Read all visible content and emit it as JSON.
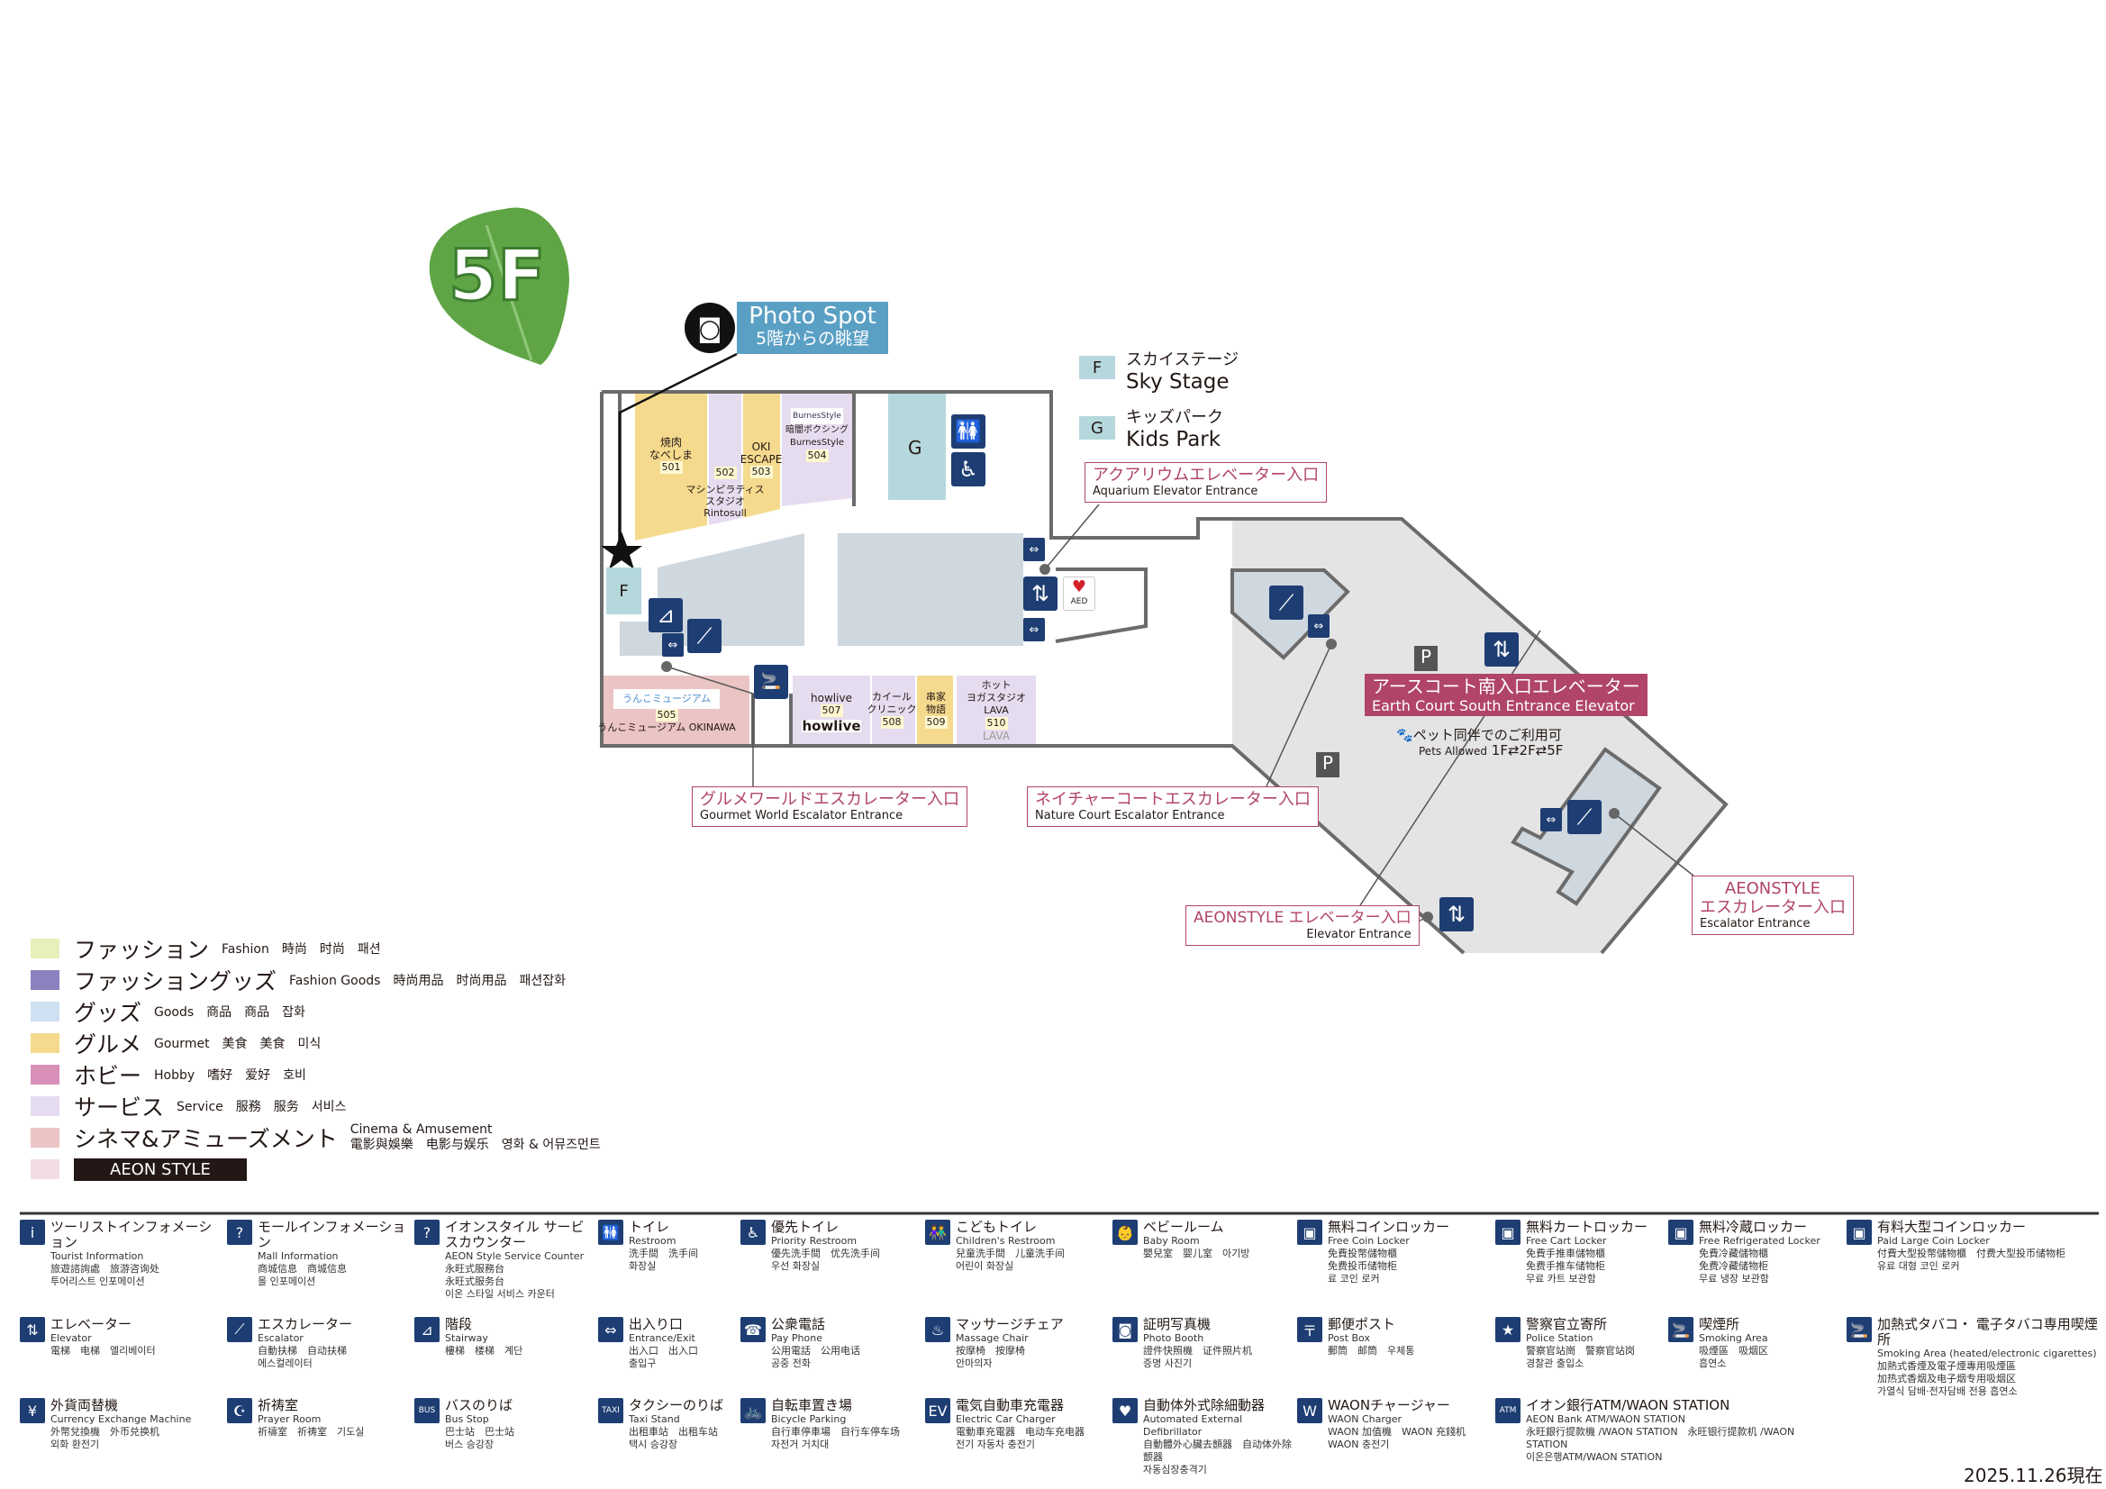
{
  "floor": "5F",
  "photo_spot": {
    "title": "Photo Spot",
    "subtitle": "5階からの眺望"
  },
  "places": {
    "F": {
      "key": "F",
      "jp": "スカイステージ",
      "en": "Sky Stage"
    },
    "G": {
      "key": "G",
      "jp": "キッズパーク",
      "en": "Kids Park"
    }
  },
  "stores": [
    {
      "name": "焼肉\nなべしま",
      "num": "501",
      "category": "gourmet"
    },
    {
      "name": "",
      "num": "502",
      "category": "service"
    },
    {
      "name": "OKI\nESCAPE",
      "num": "503",
      "category": "gourmet"
    },
    {
      "name": "暗闇ボクシング\nBurnesStyle",
      "num": "504",
      "category": "service"
    },
    {
      "name": "うんこミュージアム OKINAWA",
      "num": "505",
      "category": "cinema"
    },
    {
      "name": "howlive",
      "num": "507",
      "category": "service"
    },
    {
      "name": "カイール\nクリニック",
      "num": "508",
      "category": "service"
    },
    {
      "name": "串家\n物語",
      "num": "509",
      "category": "gourmet"
    },
    {
      "name": "ホット\nヨガスタジオ\nLAVA",
      "num": "510",
      "category": "service"
    }
  ],
  "store_502_name": "マシンピラティス\nスタジオ\nRintosull",
  "logos": {
    "burnes": "BurnesStyle",
    "unko": "うんこミュージアム",
    "howlive": "howlive",
    "lava": "LAVA"
  },
  "aed": "AED",
  "parking": "P",
  "entrances": {
    "aquarium": {
      "jp": "アクアリウムエレベーター入口",
      "en": "Aquarium Elevator Entrance"
    },
    "gourmet": {
      "jp": "グルメワールドエスカレーター入口",
      "en": "Gourmet World Escalator Entrance"
    },
    "nature": {
      "jp": "ネイチャーコートエスカレーター入口",
      "en": "Nature Court Escalator Entrance"
    },
    "earth": {
      "jp": "アースコート南入口エレベーター",
      "en": "Earth Court South Entrance Elevator"
    },
    "aeon_elev": {
      "jp": "AEONSTYLE エレベーター入口",
      "en": "Elevator Entrance"
    },
    "aeon_esc": {
      "jp1": "AEONSTYLE",
      "jp2": "エスカレーター入口",
      "en": "Escalator Entrance"
    }
  },
  "pets": {
    "jp": "ペット同伴でのご利用可",
    "en": "Pets Allowed",
    "floors": "1F⇄2F⇄5F"
  },
  "legend": [
    {
      "jp": "ファッション",
      "ml": "Fashion　時尚　时尚　패션",
      "color": "#e8efb8"
    },
    {
      "jp": "ファッショングッズ",
      "ml": "Fashion Goods　時尚用品　时尚用品　패션잡화",
      "color": "#8a82c0"
    },
    {
      "jp": "グッズ",
      "ml": "Goods　商品　商品　잡화",
      "color": "#cfe0f2"
    },
    {
      "jp": "グルメ",
      "ml": "Gourmet　美食　美食　미식",
      "color": "#f5da8e"
    },
    {
      "jp": "ホビー",
      "ml": "Hobby　嗜好　爱好　호비",
      "color": "#d88fb8"
    },
    {
      "jp": "サービス",
      "ml": "Service　服務　服务　서비스",
      "color": "#e6dcef"
    },
    {
      "jp": "シネマ&アミューズメント",
      "ml": "Cinema & Amusement",
      "ml2": "電影與娛樂　电影与娱乐　영화 & 어뮤즈먼트",
      "color": "#ebc4c4"
    },
    {
      "jp": "AEON STYLE",
      "ml": "",
      "color": "#f3dde4"
    }
  ],
  "facilities": [
    {
      "icon": "info-icon",
      "g": "i",
      "jp": "ツーリストインフォメーション",
      "sub": [
        "Tourist Information",
        "旅遊諮詢處　旅游咨询处",
        "투어리스트 인포메이션"
      ]
    },
    {
      "icon": "question-icon",
      "g": "?",
      "jp": "モールインフォメーション",
      "sub": [
        "Mall Information",
        "商城信息　商城信息",
        "몰 인포메이션"
      ]
    },
    {
      "icon": "service-counter-icon",
      "g": "?",
      "jp": "イオンスタイル サービスカウンター",
      "sub": [
        "AEON Style Service Counter",
        "永旺式服務台",
        "永旺式服务台",
        "이온 스타일 서비스 카운터"
      ]
    },
    {
      "icon": "restroom-icon",
      "g": "🚻",
      "jp": "トイレ",
      "sub": [
        "Restroom",
        "洗手間　洗手间",
        "화장실"
      ]
    },
    {
      "icon": "wheelchair-icon",
      "g": "♿",
      "jp": "優先トイレ",
      "sub": [
        "Priority Restroom",
        "優先洗手間　优先洗手间",
        "우선 화장실"
      ]
    },
    {
      "icon": "children-restroom-icon",
      "g": "👫",
      "jp": "こどもトイレ",
      "sub": [
        "Children's Restroom",
        "兒童洗手間　儿童洗手间",
        "어린이 화장실"
      ]
    },
    {
      "icon": "baby-room-icon",
      "g": "👶",
      "jp": "ベビールーム",
      "sub": [
        "Baby Room",
        "嬰兒室　婴儿室　아기방"
      ]
    },
    {
      "icon": "coin-locker-icon",
      "g": "▣",
      "jp": "無料コインロッカー",
      "sub": [
        "Free Coin Locker",
        "免費投幣儲物櫃",
        "免费投币储物柜",
        "료 코인 로커"
      ]
    },
    {
      "icon": "cart-locker-icon",
      "g": "▣",
      "jp": "無料カートロッカー",
      "sub": [
        "Free Cart Locker",
        "免費手推車儲物櫃",
        "免费手推车储物柜",
        "무료 카트 보관함"
      ]
    },
    {
      "icon": "fridge-locker-icon",
      "g": "▣",
      "jp": "無料冷蔵ロッカー",
      "sub": [
        "Free Refrigerated Locker",
        "免費冷藏儲物櫃",
        "免费冷藏储物柜",
        "무료 냉장 보관함"
      ]
    },
    {
      "icon": "large-locker-icon",
      "g": "▣",
      "jp": "有料大型コインロッカー",
      "sub": [
        "Paid Large Coin Locker",
        "付費大型投幣儲物櫃　付费大型投币储物柜",
        "유료 대형 코인 로커"
      ]
    },
    {
      "icon": "elevator-icon",
      "g": "⇅",
      "jp": "エレベーター",
      "sub": [
        "Elevator",
        "電梯　电梯　엘리베이터"
      ]
    },
    {
      "icon": "escalator-icon",
      "g": "⟋",
      "jp": "エスカレーター",
      "sub": [
        "Escalator",
        "自動扶梯　自动扶梯",
        "에스컬레이터"
      ]
    },
    {
      "icon": "stairway-icon",
      "g": "⊿",
      "jp": "階段",
      "sub": [
        "Stairway",
        "樓梯　楼梯　계단"
      ]
    },
    {
      "icon": "entrance-icon",
      "g": "⇔",
      "jp": "出入り口",
      "sub": [
        "Entrance/Exit",
        "出入口　出入口",
        "출입구"
      ]
    },
    {
      "icon": "phone-icon",
      "g": "☎",
      "jp": "公衆電話",
      "sub": [
        "Pay Phone",
        "公用電話　公用电话",
        "공중 전화"
      ]
    },
    {
      "icon": "massage-chair-icon",
      "g": "♨",
      "jp": "マッサージチェア",
      "sub": [
        "Massage Chair",
        "按摩椅　按摩椅",
        "안마의자"
      ]
    },
    {
      "icon": "photo-booth-icon",
      "g": "◙",
      "jp": "証明写真機",
      "sub": [
        "Photo Booth",
        "證件快照機　证件照片机",
        "증명 사진기"
      ]
    },
    {
      "icon": "post-box-icon",
      "g": "〒",
      "jp": "郵便ポスト",
      "sub": [
        "Post Box",
        "郵筒　邮筒　우체통"
      ]
    },
    {
      "icon": "police-icon",
      "g": "★",
      "jp": "警察官立寄所",
      "sub": [
        "Police Station",
        "警察官站崗　警察官站岗",
        "경찰관 출입소"
      ]
    },
    {
      "icon": "smoking-icon",
      "g": "🚬",
      "jp": "喫煙所",
      "sub": [
        "Smoking Area",
        "吸煙區　吸烟区",
        "흡연소"
      ]
    },
    {
      "icon": "e-cigarette-icon",
      "g": "🚬",
      "jp": "加熱式タバコ・ 電子タバコ専用喫煙所",
      "sub": [
        "Smoking Area (heated/electronic cigarettes)",
        "加熱式香煙及電子煙專用吸煙區",
        "加热式香烟及电子烟专用吸烟区",
        "가열식 담배·전자담배 전용 흡연소"
      ]
    },
    {
      "icon": "currency-exchange-icon",
      "g": "¥",
      "jp": "外貨両替機",
      "sub": [
        "Currency Exchange Machine",
        "外幣兌換機　外币兑换机",
        "외화 환전기"
      ]
    },
    {
      "icon": "prayer-room-icon",
      "g": "☪",
      "jp": "祈祷室",
      "sub": [
        "Prayer Room",
        "祈禱室　祈祷室　기도실"
      ]
    },
    {
      "icon": "bus-icon",
      "g": "BUS",
      "jp": "バスのりば",
      "sub": [
        "Bus Stop",
        "巴士站　巴士站",
        "버스 승강장"
      ]
    },
    {
      "icon": "taxi-icon",
      "g": "TAXI",
      "jp": "タクシーのりば",
      "sub": [
        "Taxi Stand",
        "出租車站　出租车站",
        "택시 승강장"
      ]
    },
    {
      "icon": "bicycle-icon",
      "g": "🚲",
      "jp": "自転車置き場",
      "sub": [
        "Bicycle Parking",
        "自行車停車場　自行车停车场",
        "자전거 거치대"
      ]
    },
    {
      "icon": "ev-charger-icon",
      "g": "EV",
      "jp": "電気自動車充電器",
      "sub": [
        "Electric Car Charger",
        "電動車充電器　电动车充电器",
        "전기 자동차 충전기"
      ]
    },
    {
      "icon": "aed-icon",
      "g": "♥",
      "jp": "自動体外式除細動器",
      "sub": [
        "Automated External Defibrillator",
        "自動體外心臟去顫器　自动体外除颤器",
        "자동심장충격기"
      ]
    },
    {
      "icon": "waon-charger-icon",
      "g": "W",
      "jp": "WAONチャージャー",
      "sub": [
        "WAON Charger",
        "WAON 加值機　WAON 充錢机",
        "WAON 충전기"
      ]
    },
    {
      "icon": "atm-icon",
      "g": "ATM",
      "jp": "イオン銀行ATM/WAON STATION",
      "sub": [
        "AEON Bank ATM/WAON STATION",
        "永旺銀行提款機 /WAON STATION　永旺银行提款机 /WAON STATION",
        "이온은행ATM/WAON STATION"
      ]
    }
  ],
  "date": "2025.11.26現在",
  "colors": {
    "navy": "#1e3e73",
    "accent": "#b0446a",
    "teal": "#b5d8dc",
    "corridor": "#cfd7df",
    "area": "#e4e4e4",
    "photo": "#5aa0c4"
  }
}
